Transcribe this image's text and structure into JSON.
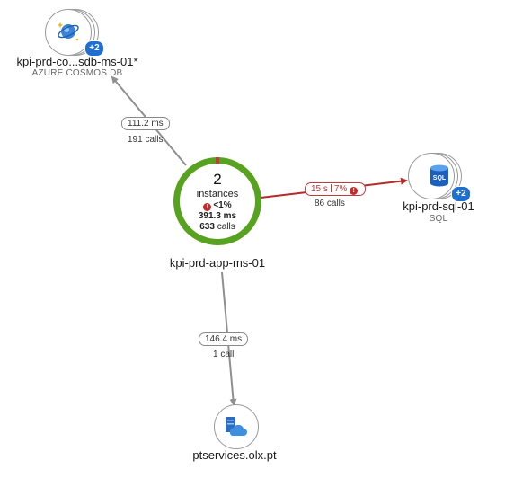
{
  "nodes": {
    "cosmos": {
      "name": "kpi-prd-co...sdb-ms-01*",
      "type": "AZURE COSMOS DB",
      "badge": "+2",
      "icon": "cosmos-db-icon"
    },
    "app": {
      "count": "2",
      "instances_label": "instances",
      "failure_rate": "<1%",
      "duration": "391.3 ms",
      "calls_count": "633",
      "calls_label": "calls",
      "name": "kpi-prd-app-ms-01"
    },
    "sql": {
      "name": "kpi-prd-sql-01",
      "type": "SQL",
      "badge": "+2",
      "icon_text": "SQL",
      "icon": "sql-database-icon"
    },
    "ptservices": {
      "name": "ptservices.olx.pt",
      "icon": "cloud-server-icon"
    }
  },
  "edges": {
    "to_cosmos": {
      "duration": "111.2 ms",
      "calls": "191 calls"
    },
    "to_sql": {
      "duration": "15 s",
      "failure": "7%",
      "calls": "86 calls"
    },
    "to_ptservices": {
      "duration": "146.4 ms",
      "calls": "1 call"
    }
  },
  "colors": {
    "healthy_ring": "#57a21f",
    "failure_red": "#c43a3a",
    "badge_blue": "#1f6fd1",
    "edge_gray": "#8f8f8f"
  }
}
